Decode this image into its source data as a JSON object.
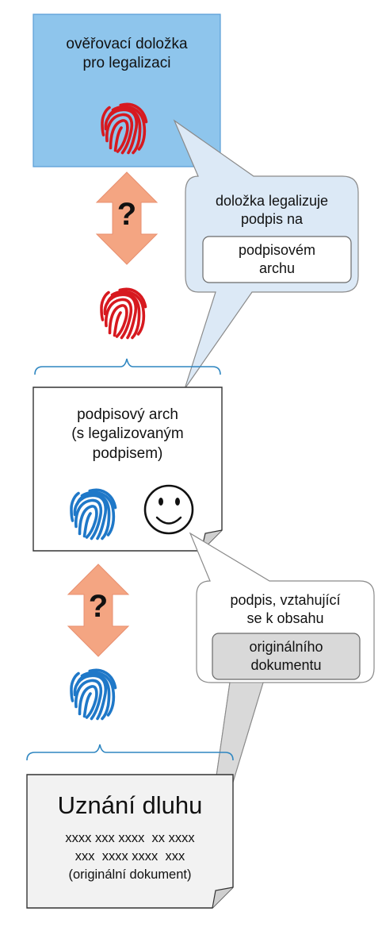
{
  "top_box": {
    "line1": "ověřovací doložka",
    "line2": "pro legalizaci"
  },
  "callout_top": {
    "line1": "doložka legalizuje",
    "line2": "podpis na",
    "inner_line1": "podpisovém",
    "inner_line2": "archu"
  },
  "middle_box": {
    "line1": "podpisový arch",
    "line2": "(s legalizovaným",
    "line3": "podpisem)"
  },
  "callout_bottom": {
    "line1": "podpis, vztahující",
    "line2": "se k obsahu",
    "inner_line1": "originálního",
    "inner_line2": "dokumentu"
  },
  "bottom_box": {
    "title": "Uznání dluhu",
    "line1": "xxxx xxx xxxx  xx xxxx",
    "line2": "xxx  xxxx xxxx  xxx",
    "line3": "(originální dokument)"
  },
  "question_mark": "?",
  "icons": [
    "fingerprint-icon",
    "smiley-face-icon",
    "double-arrow-icon",
    "brace-icon"
  ],
  "colors": {
    "red_fingerprint": "#d7191f",
    "blue_fingerprint": "#1f78c8",
    "arrow_fill": "#f4a582",
    "top_box_fill": "#8ec5ec",
    "callout_top_fill": "#dce9f6"
  }
}
